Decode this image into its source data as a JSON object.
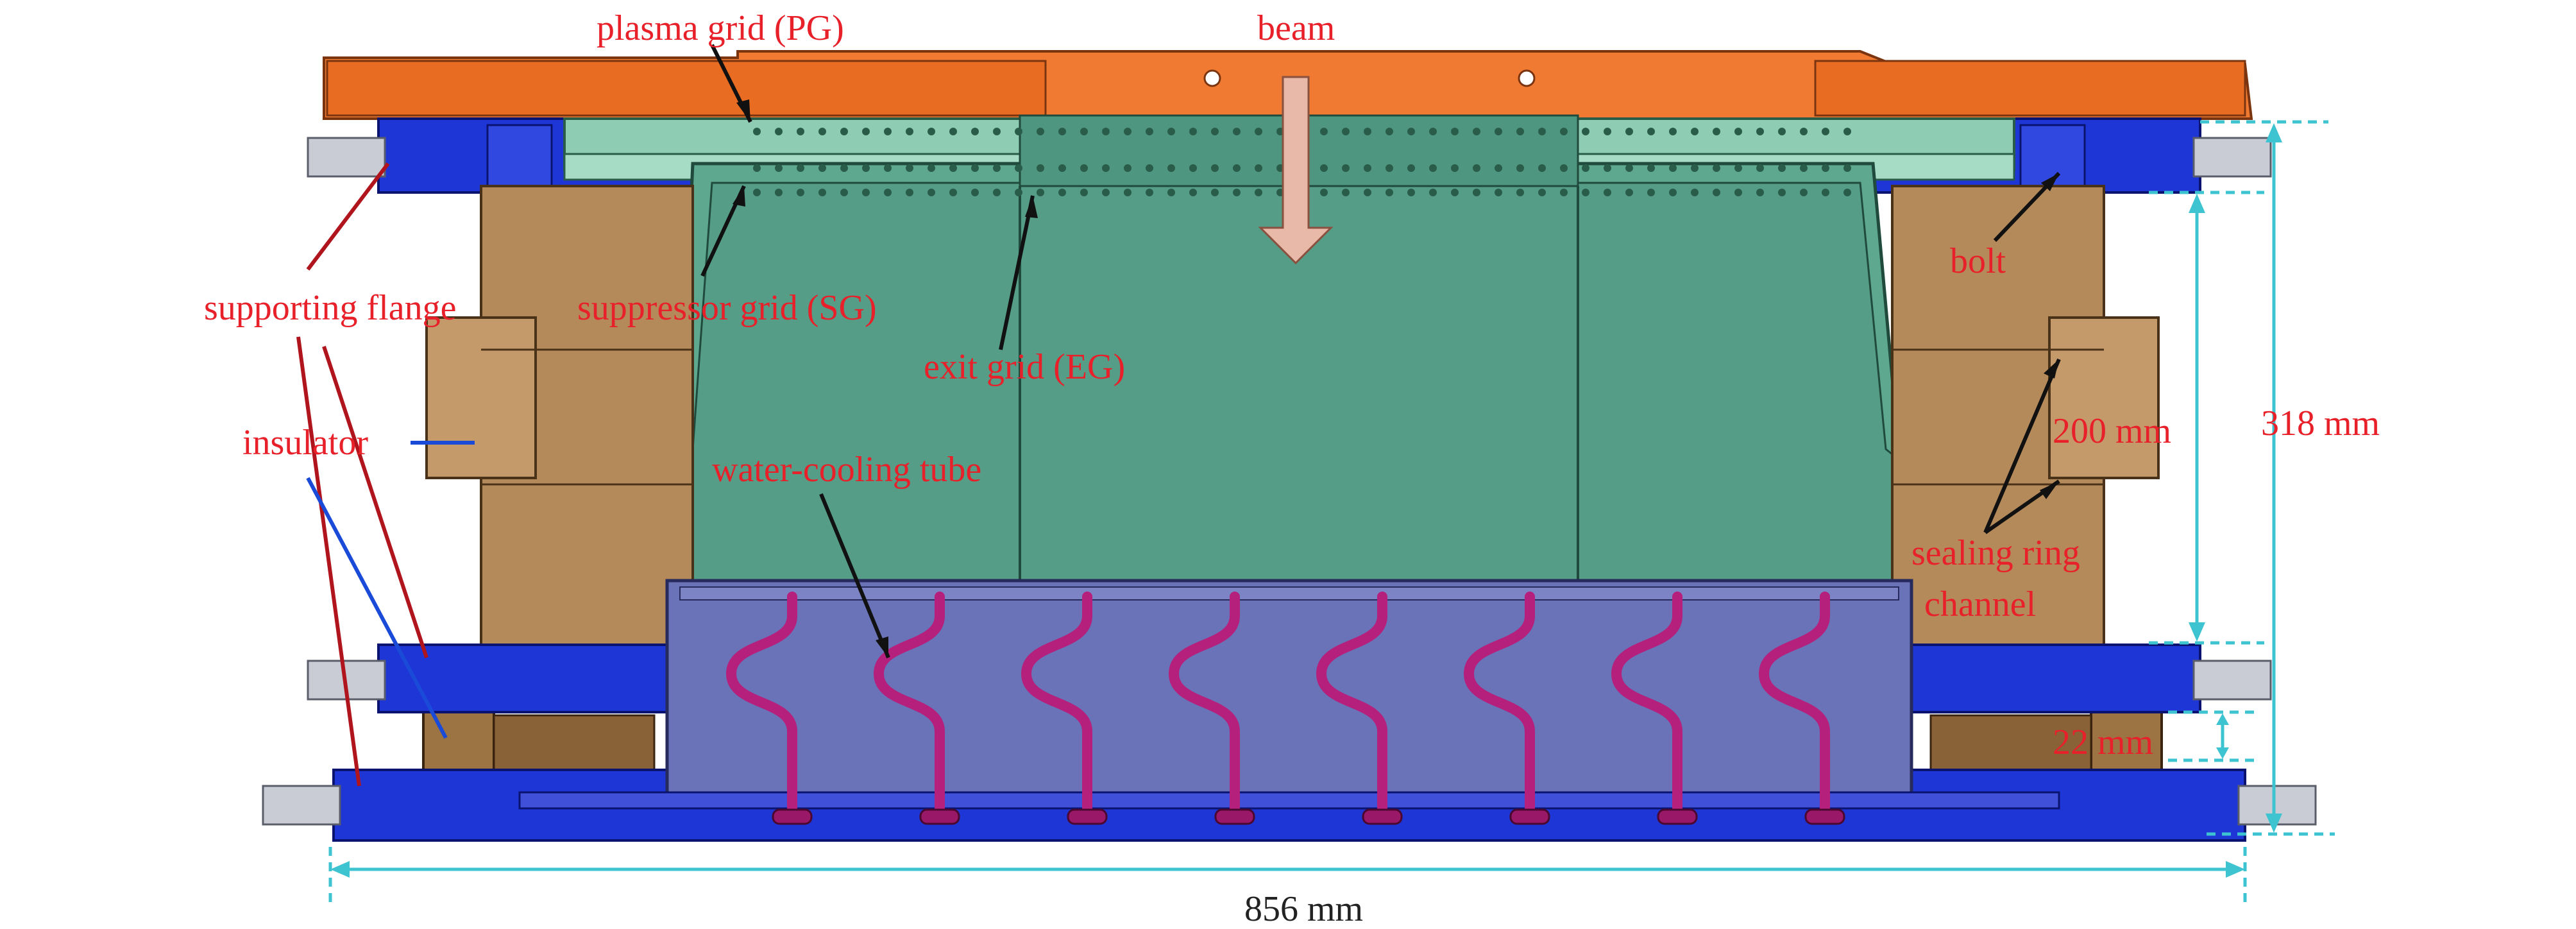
{
  "labels": {
    "plasma_grid": "plasma grid (PG)",
    "beam": "beam",
    "suppressor_grid": "suppressor grid (SG)",
    "exit_grid": "exit grid (EG)",
    "water_cooling_tube": "water-cooling tube",
    "supporting_flange": "supporting flange",
    "insulator": "insulator",
    "bolt": "bolt",
    "sealing_ring_line1": "sealing ring",
    "sealing_ring_line2": "channel"
  },
  "dimensions": {
    "width": "856 mm",
    "height_total": "318 mm",
    "height_mid": "200 mm",
    "height_small": "22 mm"
  },
  "colors": {
    "frame_orange": "#f07a32",
    "flange_blue": "#1f36d6",
    "grid_green": "#5fa890",
    "lower_box_purple": "#6a72b8",
    "insulator_tan": "#b58a5a",
    "tube_magenta": "#b5207c",
    "dimension_cyan": "#3ec3d0",
    "label_red": "#e8202a",
    "beam_arrow": "#e8b8a8"
  }
}
